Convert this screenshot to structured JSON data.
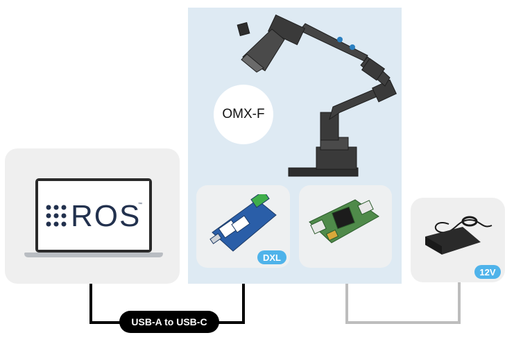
{
  "nodes": {
    "robot_label": "OMX-F",
    "controller_badge": "DXL",
    "power_badge": "12V",
    "ros_logo_text": "ROS",
    "ros_logo_tm": "™"
  },
  "connections": {
    "usb_cable_label": "USB-A to USB-C"
  },
  "colors": {
    "panel_bg": "#deeaf3",
    "card_bg": "#efefef",
    "badge": "#4fb3ea",
    "cable_usb": "#000000",
    "cable_power": "#bdbdbd",
    "ros_blue": "#22314e"
  }
}
